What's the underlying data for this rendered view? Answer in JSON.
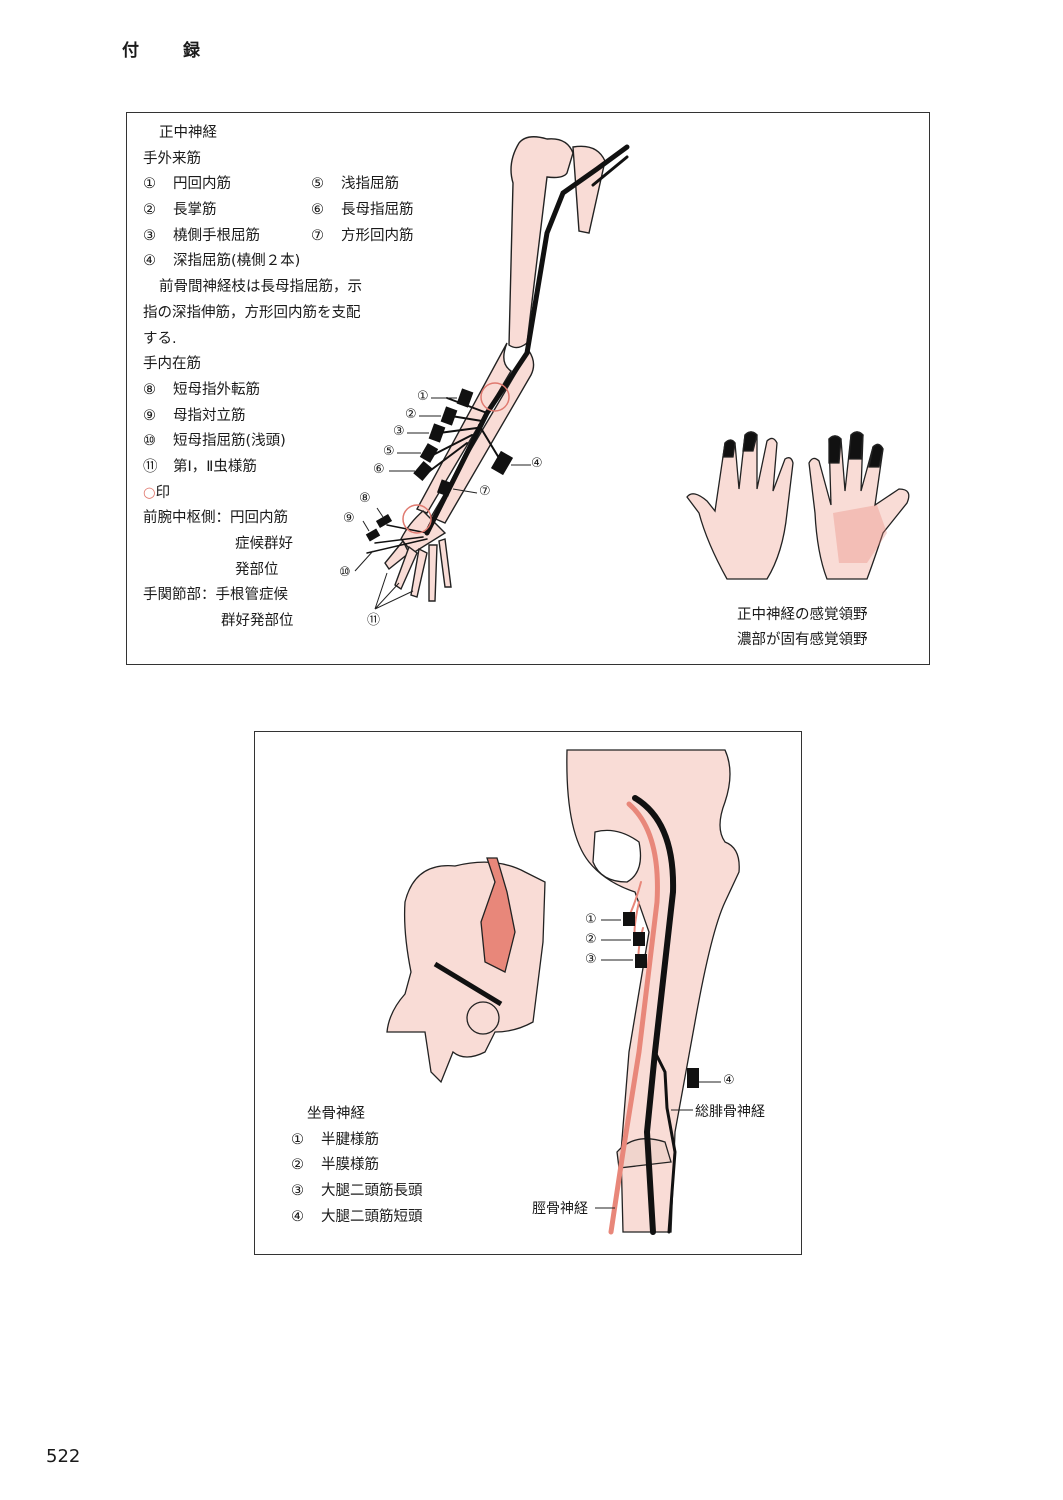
{
  "header": {
    "part1": "付",
    "part2": "録"
  },
  "page_number": "522",
  "figure1": {
    "title": "正中神経",
    "extrinsic_heading": "手外来筋",
    "muscles_left": [
      {
        "num": "①",
        "name": "円回内筋"
      },
      {
        "num": "②",
        "name": "長掌筋"
      },
      {
        "num": "③",
        "name": "橈側手根屈筋"
      },
      {
        "num": "④",
        "name": "深指屈筋(橈側２本)"
      }
    ],
    "muscles_right": [
      {
        "num": "⑤",
        "name": "浅指屈筋"
      },
      {
        "num": "⑥",
        "name": "長母指屈筋"
      },
      {
        "num": "⑦",
        "name": "方形回内筋"
      }
    ],
    "note_lines": [
      "前骨間神経枝は長母指屈筋，示",
      "指の深指伸筋，方形回内筋を支配",
      "する."
    ],
    "intrinsic_heading": "手内在筋",
    "intrinsic_muscles": [
      {
        "num": "⑧",
        "name": "短母指外転筋"
      },
      {
        "num": "⑨",
        "name": "母指対立筋"
      },
      {
        "num": "⑩",
        "name": "短母指屈筋(浅頭)"
      },
      {
        "num": "⑪",
        "name": "第Ⅰ，Ⅱ虫様筋"
      }
    ],
    "circle_mark": "○",
    "circle_label": "印",
    "site_lines": [
      "前腕中枢側：円回内筋",
      "症候群好",
      "発部位",
      "手関節部：手根管症候",
      "群好発部位"
    ],
    "diagram_labels": [
      "①",
      "②",
      "③",
      "④",
      "⑤",
      "⑥",
      "⑦",
      "⑧",
      "⑨",
      "⑩",
      "⑪"
    ],
    "caption_lines": [
      "正中神経の感覚領野",
      "濃部が固有感覚領野"
    ],
    "colors": {
      "skin": "#f9dcd6",
      "nerve": "#111111",
      "muscle_highlight": "#e8877a"
    }
  },
  "figure2": {
    "title": "坐骨神経",
    "muscles": [
      {
        "num": "①",
        "name": "半腱様筋"
      },
      {
        "num": "②",
        "name": "半膜様筋"
      },
      {
        "num": "③",
        "name": "大腿二頭筋長頭"
      },
      {
        "num": "④",
        "name": "大腿二頭筋短頭"
      }
    ],
    "diagram_labels": [
      "①",
      "②",
      "③",
      "④"
    ],
    "label_peroneal": "総腓骨神経",
    "label_tibial": "脛骨神経",
    "colors": {
      "skin": "#f9dcd6",
      "nerve_tibial": "#e8877a",
      "nerve_peroneal": "#111111"
    }
  }
}
